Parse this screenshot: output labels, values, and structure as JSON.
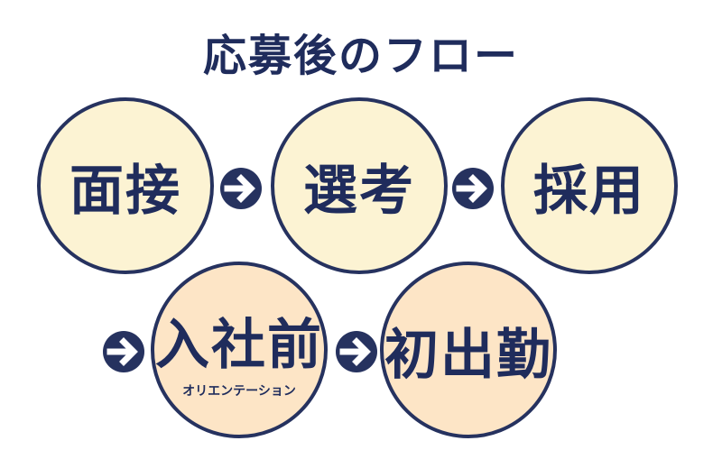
{
  "title": "応募後のフロー",
  "steps": [
    {
      "label": "面接",
      "sub": ""
    },
    {
      "label": "選考",
      "sub": ""
    },
    {
      "label": "採用",
      "sub": ""
    },
    {
      "label": "入社前",
      "sub": "オリエンテーション"
    },
    {
      "label": "初出勤",
      "sub": ""
    }
  ],
  "icons": {
    "arrow": "arrow-right-circle-icon"
  },
  "colors": {
    "navy": "#1f2c5c",
    "cream": "#fcf3d3",
    "peach": "#fde5c6"
  }
}
